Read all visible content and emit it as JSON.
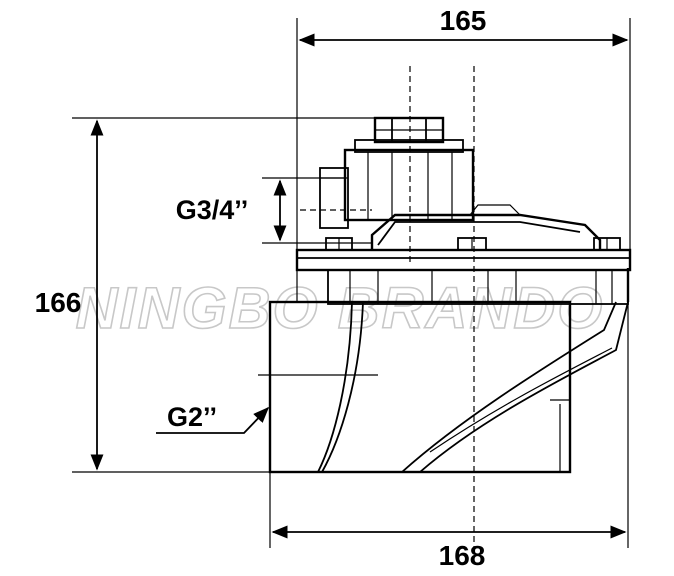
{
  "dimensions": {
    "top_width": "165",
    "bottom_width": "168",
    "height": "166",
    "pilot_port": "G3/4’’",
    "main_port": "G2’’"
  },
  "watermark": "NINGBO BRANDO",
  "colors": {
    "line": "#000000",
    "watermark": "#c8c8c8",
    "background": "#ffffff"
  }
}
